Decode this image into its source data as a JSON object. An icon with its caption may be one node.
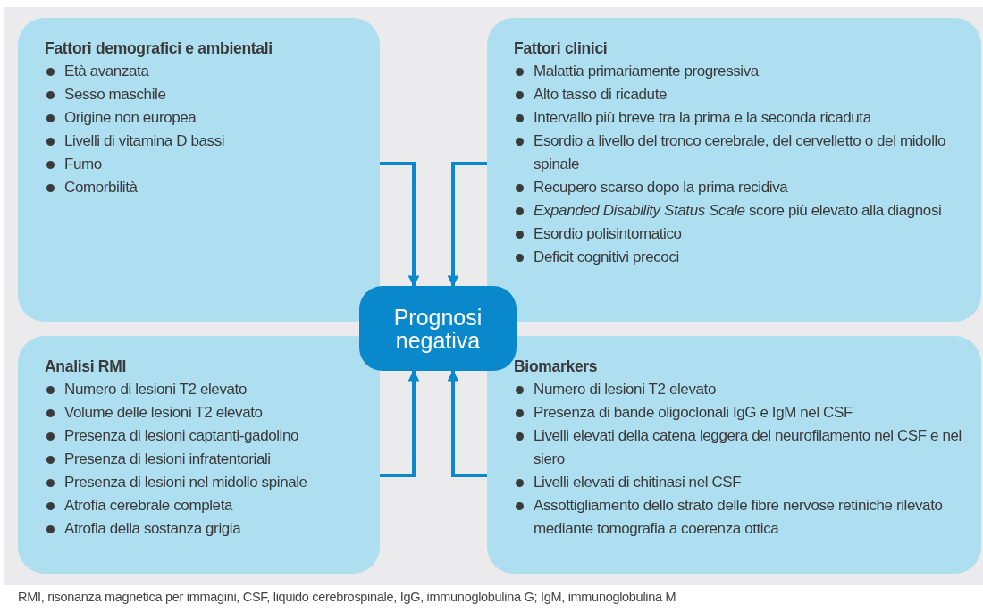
{
  "diagram": {
    "nodes": [
      {
        "text": [
          "Fattori demografici e ambientali",
          "Età avanzata",
          "Sesso maschile",
          "Origine non europea",
          "Livelli di vitamina D bassi",
          "Fumo",
          "Comorbilità"
        ]
      },
      {
        "text": [
          "Fattori clinici",
          "Malattia primariamente progressiva",
          "Alto tasso di ricadute",
          "Intervallo più breve tra la prima e la seconda ricaduta",
          "Esordio a livello del tronco cerebrale, del cervelletto o del midollo spinale",
          "Recupero scarso dopo la prima recidiva",
          "*Expanded Disability Status Scale* score più elevato alla diagnosi",
          "Esordio polisintomatico",
          "Deficit cognitivi precoci"
        ]
      },
      {
        "text": [
          "Prognosi negativa"
        ]
      },
      {
        "text": [
          "Analisi RMI",
          "Numero di lesioni T2 elevato",
          "Volume delle lesioni T2 elevato",
          "Presenza di lesioni captanti-gadolino",
          "Presenza di lesioni infratentoriali",
          "Presenza di lesioni nel midollo spinale",
          "Atrofia cerebrale completa",
          "Atrofia della sostanza grigia"
        ]
      },
      {
        "text": [
          "Biomarkers",
          "Numero di lesioni T2 elevato",
          "Presenza di bande oligoclonali IgG e IgM nel CSF",
          "Livelli elevati della catena leggera del neurofilamento nel CSF e nel siero",
          "Livelli elevati di chitinasi nel CSF",
          "Assottigliamento dello strato delle fibre nervose retiniche rilevato mediante tomografia a coerenza ottica"
        ]
      }
    ],
    "edges": [
      {
        "from": 0,
        "to": 2,
        "arrow": "to"
      },
      {
        "from": 1,
        "to": 2,
        "arrow": "to"
      },
      {
        "from": 3,
        "to": 2,
        "arrow": "to"
      },
      {
        "from": 4,
        "to": 2,
        "arrow": "to"
      }
    ],
    "labels": [
      "RMI, risonanza magnetica per immagini, CSF, liquido cerebrospinale, IgG, immunoglobulina G; IgM, immunoglobulina M"
    ]
  }
}
